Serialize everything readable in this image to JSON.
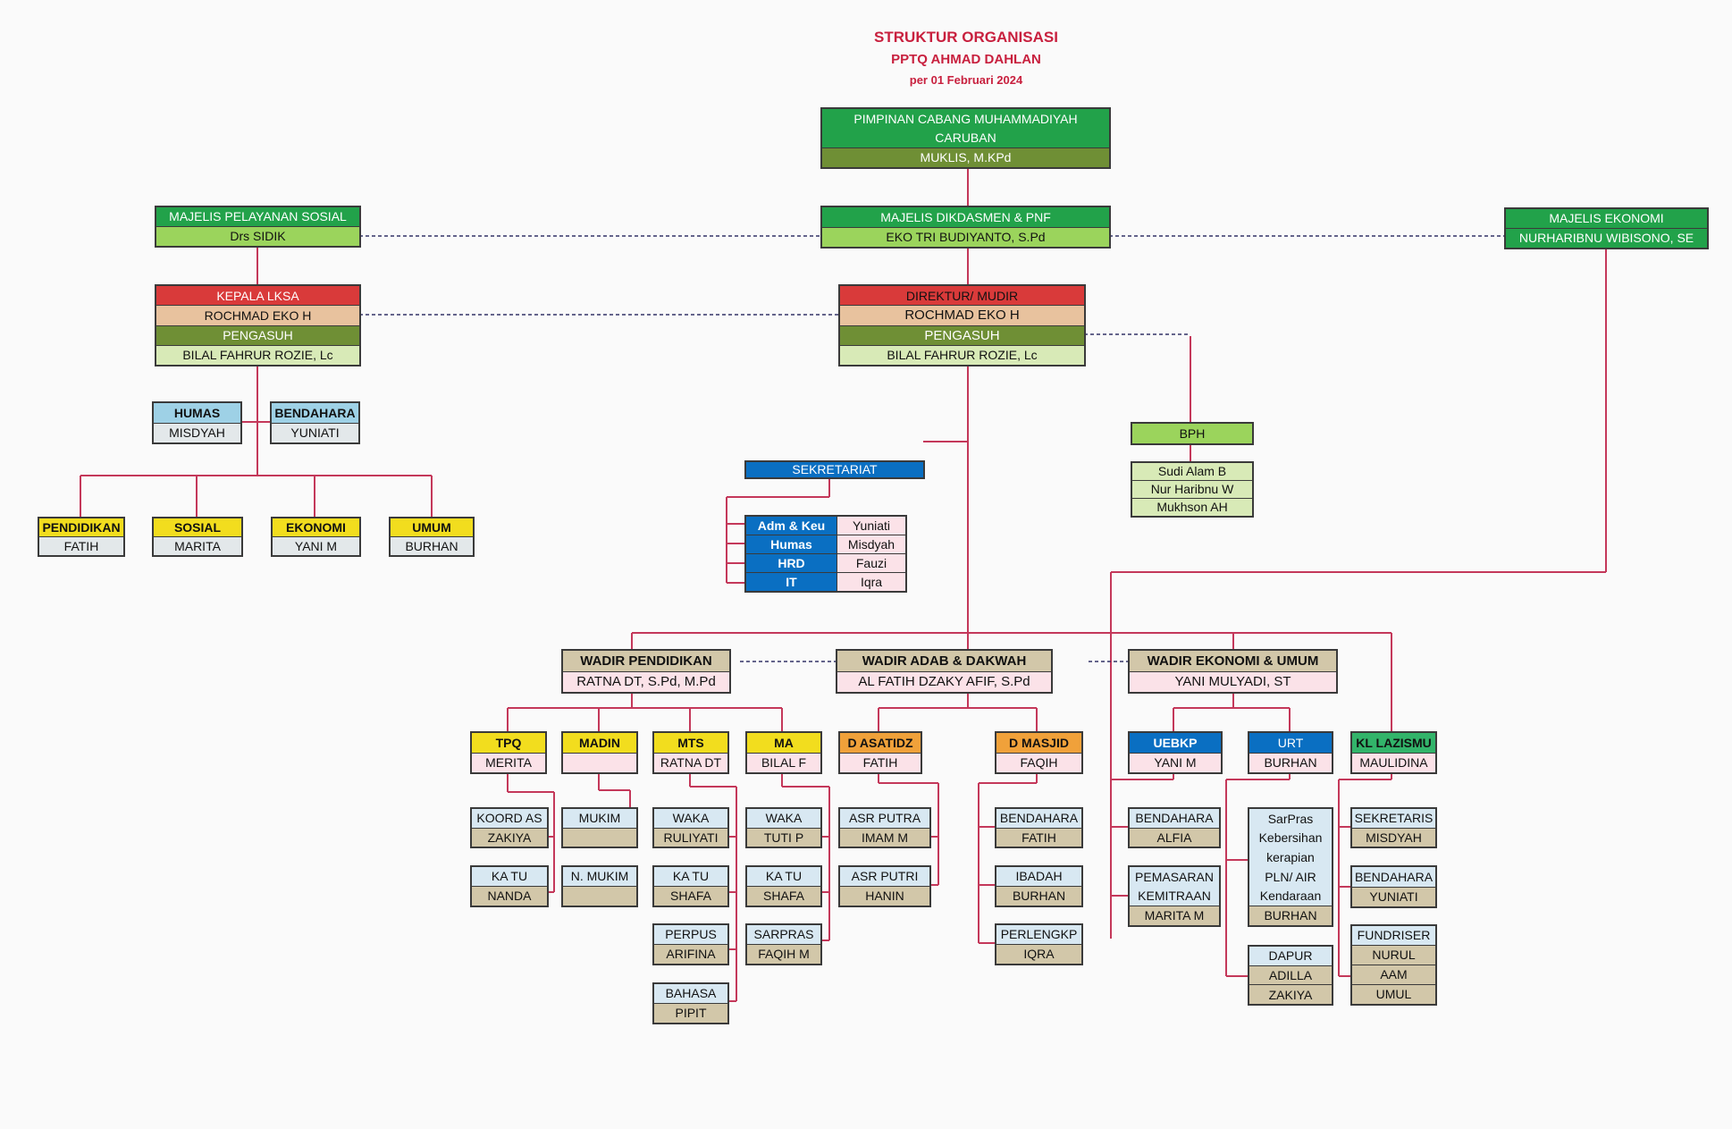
{
  "header": {
    "title": "STRUKTUR ORGANISASI",
    "subtitle": "PPTQ AHMAD DAHLAN",
    "date": "per 01 Februari 2024"
  },
  "colors": {
    "line": "#c4385a",
    "dashed_line": "#333366",
    "green": "#22a24a",
    "olive": "#6f8f35",
    "light_green": "#9bd45c",
    "red": "#d93a3a",
    "peach": "#e8c29e",
    "pale_green": "#d8eab7",
    "light_blue": "#9ed1e6",
    "pale_grey": "#e3e8ea",
    "yellow": "#f2dd1e",
    "tan": "#d2c7a9",
    "pink_pale": "#fbe2e8",
    "orange": "#f0a13a",
    "blue": "#0a6fc2",
    "teal_green": "#32b46a"
  },
  "top": {
    "pcm_title_1": "PIMPINAN CABANG MUHAMMADIYAH",
    "pcm_title_2": "CARUBAN",
    "pcm_name": "MUKLIS, M.KPd",
    "dikdasmen_title": "MAJELIS DIKDASMEN & PNF",
    "dikdasmen_name": "EKO TRI BUDIYANTO, S.Pd",
    "sosial_title": "MAJELIS PELAYANAN SOSIAL",
    "sosial_name": "Drs SIDIK",
    "ekonomi_title": "MAJELIS EKONOMI",
    "ekonomi_name": "NURHARIBNU WIBISONO, SE"
  },
  "lksa": {
    "kepala_title": "KEPALA LKSA",
    "kepala_name": "ROCHMAD EKO H",
    "pengasuh_title": "PENGASUH",
    "pengasuh_name": "BILAL FAHRUR ROZIE, Lc",
    "humas_title": "HUMAS",
    "humas_name": "MISDYAH",
    "bendahara_title": "BENDAHARA",
    "bendahara_name": "YUNIATI",
    "pendidikan_title": "PENDIDIKAN",
    "pendidikan_name": "FATIH",
    "sosial_title": "SOSIAL",
    "sosial_name": "MARITA",
    "ekonomi_title": "EKONOMI",
    "ekonomi_name": "YANI M",
    "umum_title": "UMUM",
    "umum_name": "BURHAN"
  },
  "direktur": {
    "title": "DIREKTUR/ MUDIR",
    "name": "ROCHMAD EKO H",
    "pengasuh_title": "PENGASUH",
    "pengasuh_name": "BILAL FAHRUR ROZIE, Lc"
  },
  "bph": {
    "title": "BPH",
    "members": [
      "Sudi Alam B",
      "Nur Haribnu W",
      "Mukhson AH"
    ]
  },
  "sekretariat": {
    "title": "SEKRETARIAT",
    "rows": [
      {
        "role": "Adm & Keu",
        "name": "Yuniati"
      },
      {
        "role": "Humas",
        "name": "Misdyah"
      },
      {
        "role": "HRD",
        "name": "Fauzi"
      },
      {
        "role": "IT",
        "name": "Iqra"
      }
    ]
  },
  "wadir": {
    "pendidikan_title": "WADIR PENDIDIKAN",
    "pendidikan_name": "RATNA DT, S.Pd, M.Pd",
    "adab_title": "WADIR ADAB & DAKWAH",
    "adab_name": "AL FATIH DZAKY AFIF, S.Pd",
    "ekonomi_title": "WADIR EKONOMI & UMUM",
    "ekonomi_name": "YANI MULYADI, ST"
  },
  "units": {
    "tpq_title": "TPQ",
    "tpq_name": "MERITA",
    "madin_title": "MADIN",
    "madin_name": "",
    "mts_title": "MTS",
    "mts_name": "RATNA DT",
    "ma_title": "MA",
    "ma_name": "BILAL F",
    "asatidz_title": "D ASATIDZ",
    "asatidz_name": "FATIH",
    "masjid_title": "D MASJID",
    "masjid_name": "FAQIH",
    "uebkp_title": "UEBKP",
    "uebkp_name": "YANI M",
    "urt_title": "URT",
    "urt_name": "BURHAN",
    "lazismu_title": "KL LAZISMU",
    "lazismu_name": "MAULIDINA"
  },
  "subunits": {
    "koord_title": "KOORD AS",
    "koord_name": "ZAKIYA",
    "katu_tpq_title": "KA TU",
    "katu_tpq_name": "NANDA",
    "mukim_title": "MUKIM",
    "mukim_name": "",
    "nmukim_title": "N. MUKIM",
    "nmukim_name": "",
    "waka_mts_title": "WAKA",
    "waka_mts_name": "RULIYATI",
    "katu_mts_title": "KA TU",
    "katu_mts_name": "SHAFA",
    "perpus_title": "PERPUS",
    "perpus_name": "ARIFINA",
    "bahasa_title": "BAHASA",
    "bahasa_name": "PIPIT",
    "waka_ma_title": "WAKA",
    "waka_ma_name": "TUTI P",
    "katu_ma_title": "KA TU",
    "katu_ma_name": "SHAFA",
    "sarpras_ma_title": "SARPRAS",
    "sarpras_ma_name": "FAQIH M",
    "asr_putra_title": "ASR PUTRA",
    "asr_putra_name": "IMAM M",
    "asr_putri_title": "ASR PUTRI",
    "asr_putri_name": "HANIN",
    "bend_masjid_title": "BENDAHARA",
    "bend_masjid_name": "FATIH",
    "ibadah_title": "IBADAH",
    "ibadah_name": "BURHAN",
    "perlengkp_title": "PERLENGKP",
    "perlengkp_name": "IQRA",
    "bend_uebkp_title": "BENDAHARA",
    "bend_uebkp_name": "ALFIA",
    "pemasaran_title_1": "PEMASARAN",
    "pemasaran_title_2": "KEMITRAAN",
    "pemasaran_name": "MARITA M",
    "sarpras_urt_lines": [
      "SarPras",
      "Kebersihan",
      "kerapian",
      "PLN/ AIR",
      "Kendaraan"
    ],
    "sarpras_urt_name": "BURHAN",
    "dapur_title": "DAPUR",
    "dapur_names": [
      "ADILLA",
      "ZAKIYA"
    ],
    "sekretaris_title": "SEKRETARIS",
    "sekretaris_name": "MISDYAH",
    "bend_laz_title": "BENDAHARA",
    "bend_laz_name": "YUNIATI",
    "fundriser_title": "FUNDRISER",
    "fundriser_names": [
      "NURUL",
      "AAM",
      "UMUL"
    ]
  }
}
